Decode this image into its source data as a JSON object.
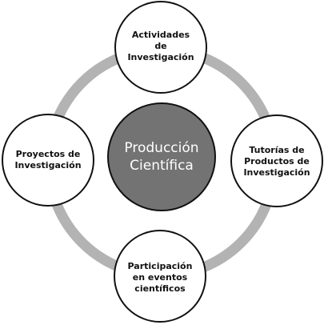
{
  "diagram": {
    "center": {
      "label": "Producción\nCientífica"
    },
    "nodes": [
      {
        "id": "top",
        "label": "Actividades\nde\nInvestigación"
      },
      {
        "id": "right",
        "label": "Tutorías de\nProductos de\nInvestigación"
      },
      {
        "id": "bottom",
        "label": "Participación\nen eventos\ncientíficos"
      },
      {
        "id": "left",
        "label": "Proyectos de\nInvestigación"
      }
    ],
    "colors": {
      "ring": "#b3b3b3",
      "node_fill": "#ffffff",
      "node_stroke": "#111111",
      "center_fill": "#737373"
    }
  }
}
